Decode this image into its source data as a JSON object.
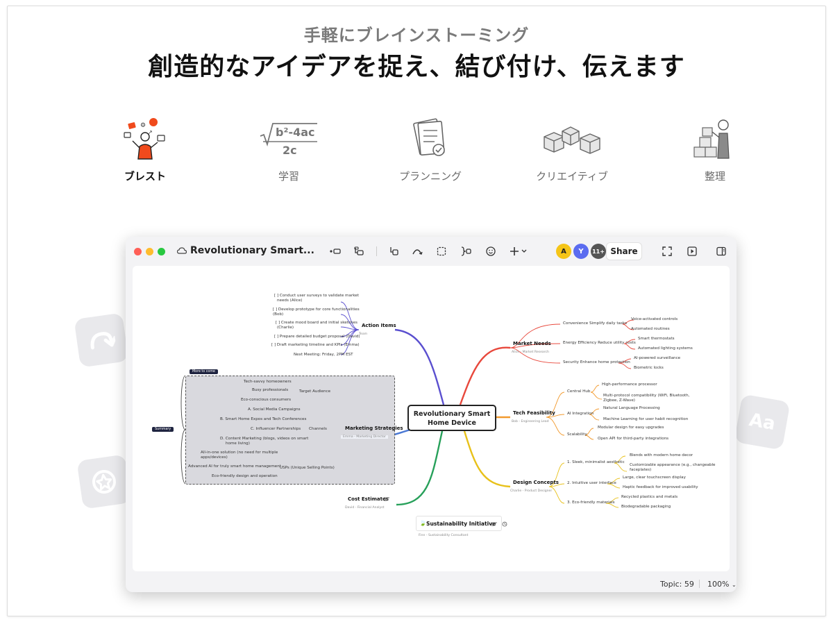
{
  "header": {
    "subtitle": "手軽にブレインストーミング",
    "headline": "創造的なアイデアを捉え、結び付け、伝えます"
  },
  "modes": [
    {
      "label": "ブレスト",
      "icon": "brainstorm-figure-icon",
      "active": true
    },
    {
      "label": "学習",
      "icon": "math-formula-icon",
      "formula_top": "b²-4ac",
      "formula_bottom": "2c"
    },
    {
      "label": "プランニング",
      "icon": "checklist-icon"
    },
    {
      "label": "クリエイティブ",
      "icon": "cubes-icon"
    },
    {
      "label": "整理",
      "icon": "stacking-boxes-figure-icon"
    }
  ],
  "side_cards": {
    "left_top": "redo-arrow-icon",
    "left_bottom": "sticker-star-icon",
    "right": "text-format-icon",
    "right_text": "Aa"
  },
  "app": {
    "title": "Revolutionary Smart...",
    "share_label": "Share",
    "avatars": [
      {
        "letter": "A",
        "color": "#f5c518"
      },
      {
        "letter": "Y",
        "color": "#5b6cf0"
      },
      {
        "letter": "11+",
        "color": "#555555"
      }
    ],
    "status": {
      "topic_count": "Topic: 59",
      "zoom": "100%"
    }
  },
  "colors": {
    "action": "#5a4fcf",
    "market": "#e8483c",
    "tech": "#f29a2e",
    "design": "#e8c11a",
    "cost": "#27a05a",
    "marketing": "#4a78d4"
  },
  "mindmap": {
    "center": {
      "line1": "Revolutionary Smart",
      "line2": "Home Device"
    },
    "action_items": {
      "title": "Action Items",
      "sub": "Team",
      "items": [
        "[ ] Conduct user surveys to validate market",
        "needs (Alice)",
        "[ ] Develop prototype for core functionalities",
        "(Bob)",
        "[ ] Create mood board and initial sketches",
        "(Charlie)",
        "[ ] Prepare detailed budget proposal (David)",
        "[ ] Draft marketing timeline and KPIs (Emma)",
        "Next Meeting: Friday, 2PM EST"
      ]
    },
    "marketing": {
      "title": "Marketing Strategies",
      "sub": "Emma - Marketing Director",
      "boundary_tag": "More to come",
      "summary_tag": "Summary",
      "target": {
        "title": "Target Audience",
        "items": [
          "Tech-savvy homeowners",
          "Busy professionals",
          "Eco-conscious consumers"
        ]
      },
      "channels": {
        "title": "Channels",
        "items": [
          "A.   Social Media Campaigns",
          "B.   Smart Home Expos and Tech Conferences",
          "C.   Influencer Partnerships",
          "D.   Content Marketing (blogs, videos on smart",
          "home living)"
        ]
      },
      "usps": {
        "title": "USPs (Unique Selling Points)",
        "items": [
          "All-in-one solution (no need for multiple",
          "apps/devices)",
          "Advanced AI for truly smart home management",
          "Eco-friendly design and operation"
        ]
      }
    },
    "cost": {
      "title": "Cost Estimates",
      "sub": "David - Financial Analyst"
    },
    "sustainability": {
      "title": "Sustainability Initiative",
      "sub": "Finn - Sustainability Consultant"
    },
    "market_needs": {
      "title": "Market Needs",
      "sub": "Alice - Market Research",
      "groups": [
        {
          "label": "Convenience Simplify daily tasks",
          "items": [
            "Voice-activated controls",
            "Automated routines"
          ]
        },
        {
          "label": "Energy Efficiency Reduce utility costs",
          "items": [
            "Smart thermostats",
            "Automated lighting systems"
          ]
        },
        {
          "label": "Security Enhance home protection",
          "items": [
            "AI-powered surveillance",
            "Biometric locks"
          ]
        }
      ]
    },
    "tech": {
      "title": "Tech Feasibility",
      "sub": "Bob - Engineering Lead",
      "groups": [
        {
          "label": "Central Hub",
          "items": [
            "High-performance processor",
            "Multi-protocol compatibility (WiFi, Bluetooth,",
            "Zigbee, Z-Wave)"
          ]
        },
        {
          "label": "AI Integration",
          "items": [
            "Natural Language Processing",
            "Machine Learning for user habit recognition"
          ]
        },
        {
          "label": "Scalability",
          "items": [
            "Modular design for easy upgrades",
            "Open API for third-party integrations"
          ]
        }
      ]
    },
    "design": {
      "title": "Design Concepts",
      "sub": "Charlie - Product Designer",
      "groups": [
        {
          "label": "1. Sleek, minimalist aesthetic",
          "items": [
            "Blends with modern home decor",
            "Customizable appearance (e.g., changeable",
            "faceplates)"
          ]
        },
        {
          "label": "2. Intuitive user interface",
          "items": [
            "Large, clear touchscreen display",
            "Haptic feedback for improved usability"
          ]
        },
        {
          "label": "3. Eco-friendly materials",
          "items": [
            "Recycled plastics and metals",
            "Biodegradable packaging"
          ]
        }
      ]
    }
  }
}
